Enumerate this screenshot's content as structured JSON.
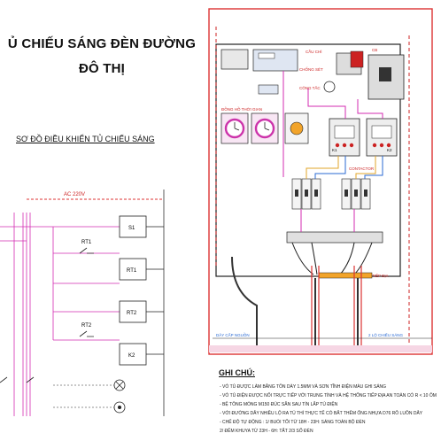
{
  "title_line1": "Ủ CHIẾU SÁNG ĐÈN ĐƯỜNG",
  "title_line2": "ĐÔ THỊ",
  "subtitle": "SƠ ĐỒ ĐIỀU KHIỂN TỦ CHIẾU SÁNG",
  "control": {
    "supply": "AC 220V",
    "relay_s1": "S1",
    "relay_rt1": "RT1",
    "relay_rt2": "RT2",
    "relay_k2": "K2",
    "contact_rt1": "RT1",
    "contact_rt2": "RT2"
  },
  "cabinet": {
    "label_cb": "CB",
    "label_cau_chi": "CẦU CHÌ",
    "label_chong_set": "CHỐNG SÉT",
    "label_dong_ho": "ĐỒNG HỒ THỜI GIAN",
    "label_cong_tac": "CÔNG TẮC",
    "label_k1": "K1",
    "label_k2": "K2",
    "label_contactor": "CONTACTOR",
    "label_tiep_dia": "TIẾP ĐỊA",
    "label_day_vao": "DÂY CẤP NGUỒN",
    "label_day_ra": "2 LỘ CHIẾU SÁNG"
  },
  "notes": {
    "heading": "GHI CHÚ:",
    "items": [
      "- VỎ TỦ ĐƯỢC LÀM BẰNG TÔN DÀY 1.5MM VÀ SƠN TĨNH ĐIỆN MÀU GHI SÁNG",
      "- VỎ TỦ ĐIỆN ĐƯỢC NỐI TRỰC TIẾP VỚI TRUNG TÍNH VÀ HỆ THỐNG TIẾP ĐỊA AN TOÀN CÓ R < 10 ÔM",
      "- BỆ TÔNG MÓNG M150 ĐÚC SẴN SAU TÍN LẮP TỦ ĐIỆN",
      "- VỚI ĐƯỜNG DÂY NHIỀU LỘ RA TỦ THÌ THỰC TẾ CÓ BẮT THÊM ỐNG NHỰA D76 RỖ LUỒN DÂY",
      "- CHẾ ĐỘ TỰ ĐỘNG :    1/ BUỔI TỐI TỪ 18H - 23H: SÁNG TOÀN BỘ ĐÈN",
      "                      2/ ĐÊM KHUYA TỪ 23H - 6H: TẮT 2/3 SỐ ĐÈN"
    ]
  }
}
